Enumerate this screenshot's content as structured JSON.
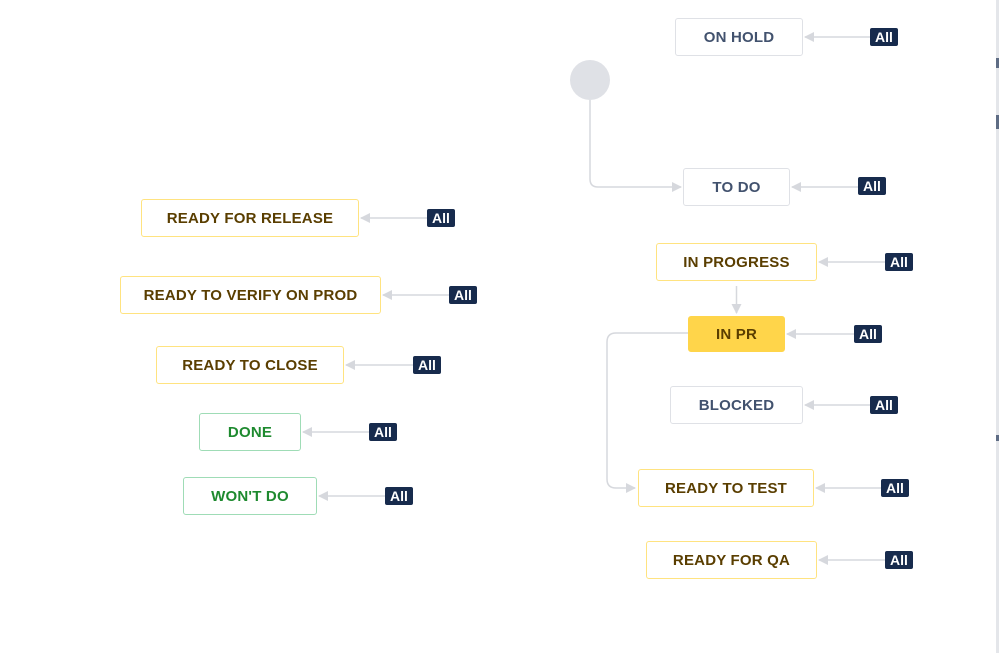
{
  "diagram": {
    "statuses": [
      {
        "id": "on-hold",
        "label": "ON HOLD",
        "style": "gray"
      },
      {
        "id": "to-do",
        "label": "TO DO",
        "style": "gray"
      },
      {
        "id": "in-progress",
        "label": "IN PROGRESS",
        "style": "yellow"
      },
      {
        "id": "in-pr",
        "label": "IN PR",
        "style": "filled"
      },
      {
        "id": "blocked",
        "label": "BLOCKED",
        "style": "gray"
      },
      {
        "id": "ready-to-test",
        "label": "READY TO TEST",
        "style": "yellow"
      },
      {
        "id": "ready-for-qa",
        "label": "READY FOR QA",
        "style": "yellow"
      },
      {
        "id": "ready-for-release",
        "label": "READY FOR RELEASE",
        "style": "yellow"
      },
      {
        "id": "ready-to-verify-on-prod",
        "label": "READY TO VERIFY ON PROD",
        "style": "yellow"
      },
      {
        "id": "ready-to-close",
        "label": "READY TO CLOSE",
        "style": "yellow"
      },
      {
        "id": "done",
        "label": "DONE",
        "style": "green"
      },
      {
        "id": "wont-do",
        "label": "WON'T DO",
        "style": "green"
      }
    ],
    "all_badge_label": "All",
    "transitions": [
      {
        "from": "start",
        "to": "to-do"
      },
      {
        "from": "in-progress",
        "to": "in-pr"
      },
      {
        "from": "in-pr",
        "to": "ready-to-test"
      }
    ],
    "colors": {
      "badge": "#172b4d",
      "line": "#dfe1e6",
      "filled_status": "#ffd54a",
      "yellow_border": "#ffe380",
      "green_text": "#1e8a2f",
      "gray_text": "#42526e"
    }
  }
}
